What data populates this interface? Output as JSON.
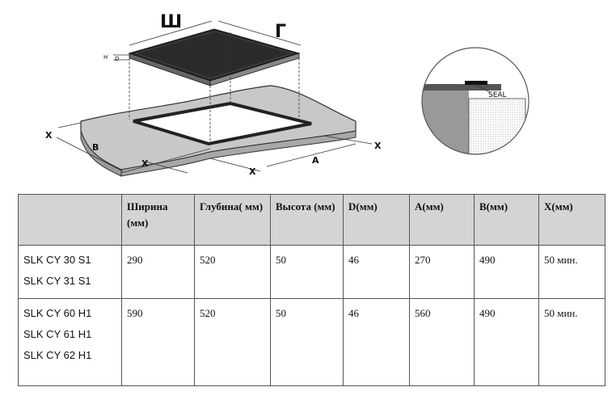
{
  "diagram": {
    "label_width": "Ш",
    "label_depth": "Г",
    "label_x": "X",
    "label_a": "A",
    "label_b": "B",
    "label_h": "H",
    "label_d": "D",
    "label_seal": "SEAL"
  },
  "table": {
    "headers": [
      "",
      "Ширина (мм)",
      "Глубина( мм)",
      "Высота (мм)",
      "D(мм)",
      "A(мм)",
      "B(мм)",
      "X(мм)"
    ],
    "rows": [
      {
        "models": [
          "SLK CY 30 S1",
          "SLK CY 31 S1"
        ],
        "values": [
          "290",
          "520",
          "50",
          "46",
          "270",
          "490",
          "50 мин."
        ]
      },
      {
        "models": [
          "SLK CY 60 H1",
          "SLK CY 61 H1",
          "SLK CY 62 H1"
        ],
        "values": [
          "590",
          "520",
          "50",
          "46",
          "560",
          "490",
          "50 мин."
        ]
      }
    ]
  }
}
